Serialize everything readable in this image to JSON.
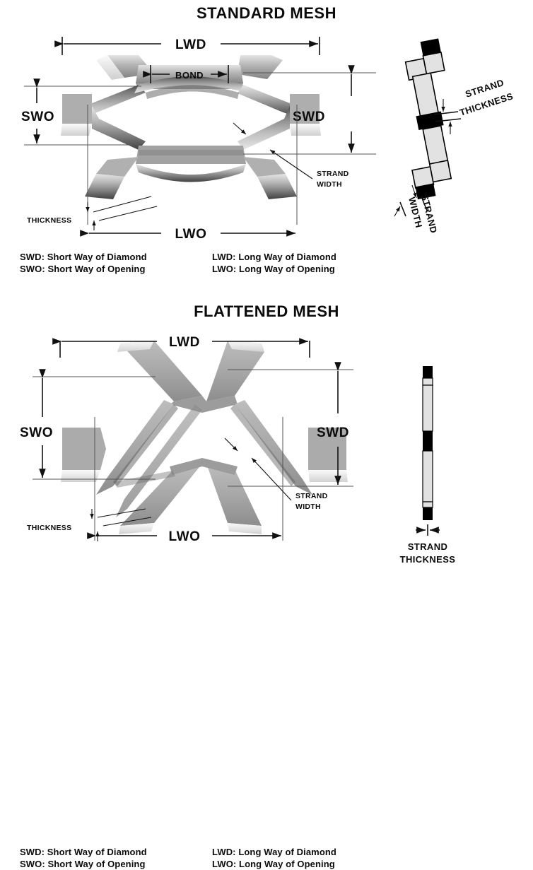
{
  "sections": [
    {
      "id": "standard",
      "title": "STANDARD MESH",
      "dimensions": {
        "lwd": "LWD",
        "bond": "BOND",
        "swo": "SWO",
        "swd": "SWD",
        "lwo": "LWO",
        "thickness": "THICKNESS",
        "strand_width_line1": "STRAND",
        "strand_width_line2": "WIDTH"
      },
      "detail": {
        "strand_thickness_line1": "STRAND",
        "strand_thickness_line2": "THICKNESS",
        "strand_width_line1": "STRAND",
        "strand_width_line2": "WIDTH"
      },
      "legend": [
        "SWD: Short Way of Diamond",
        "LWD: Long Way of Diamond",
        "SWO: Short Way of Opening",
        "LWO: Long Way of Opening"
      ]
    },
    {
      "id": "flattened",
      "title": "FLATTENED MESH",
      "dimensions": {
        "lwd": "LWD",
        "swo": "SWO",
        "swd": "SWD",
        "lwo": "LWO",
        "thickness": "THICKNESS",
        "strand_width_line1": "STRAND",
        "strand_width_line2": "WIDTH"
      },
      "detail": {
        "strand_thickness_line1": "STRAND",
        "strand_thickness_line2": "THICKNESS"
      },
      "legend": [
        "SWD: Short Way of Diamond",
        "LWD: Long Way of Diamond",
        "SWO: Short Way of Opening",
        "LWO: Long Way of Opening"
      ]
    }
  ],
  "colors": {
    "background": "#ffffff",
    "ink": "#0b0b0b",
    "line": "#111111",
    "extension_line": "#555555",
    "metal_light": "#d8d8d8",
    "metal_mid": "#a8a8a8",
    "metal_dark": "#4a4a4a",
    "detail_fill": "#e2e2e2",
    "detail_black": "#000000"
  }
}
